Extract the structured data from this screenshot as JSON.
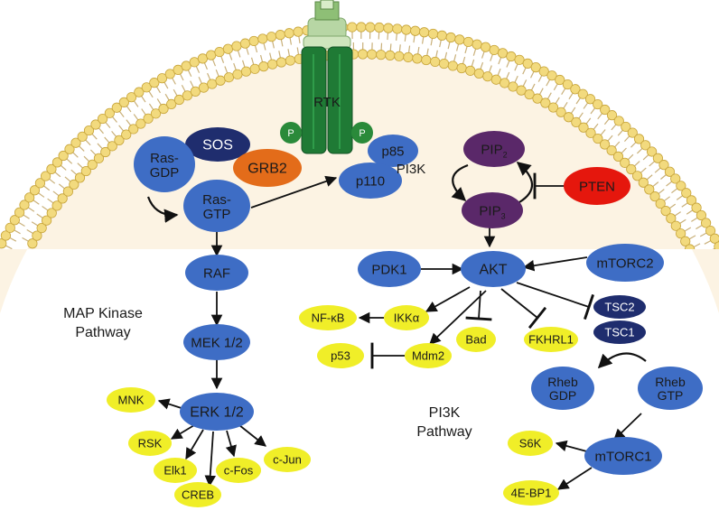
{
  "colors": {
    "membrane_fill": "#fcf3e3",
    "lipid_head": "#f2da7e",
    "lipid_head_stroke": "#c7a43a",
    "lipid_tail": "#c9b07a",
    "receptor": "#1f7a35",
    "receptor_top": "#b7d6a4",
    "blue_node": "#3e6dc5",
    "navy_node": "#1f2d6e",
    "orange_node": "#e36c1a",
    "purple_node": "#5a2869",
    "red_node": "#e5170d",
    "yellow_node": "#f0ee28",
    "phospho": "#2a8a3a",
    "text_dark": "#1a1a1a",
    "text_light": "#ffffff"
  },
  "nodes": {
    "rtk": "RTK",
    "p_left": "P",
    "p_right": "P",
    "sos": "SOS",
    "ras_gdp": [
      "Ras-",
      "GDP"
    ],
    "grb2": "GRB2",
    "p85": "p85",
    "pi3k": "PI3K",
    "pip2": [
      "PIP",
      "2"
    ],
    "pip3": [
      "PIP",
      "3"
    ],
    "pten": "PTEN",
    "ras_gtp": [
      "Ras-",
      "GTP"
    ],
    "p110": "p110",
    "raf": "RAF",
    "pdk1": "PDK1",
    "akt": "AKT",
    "mtorc2": "mTORC2",
    "tsc2": "TSC2",
    "tsc1": "TSC1",
    "nfkb": "NF-κB",
    "ikka": "IKKα",
    "bad": "Bad",
    "fkhrl1": "FKHRL1",
    "p53": "p53",
    "mdm2": "Mdm2",
    "mek": "MEK 1/2",
    "erk": "ERK 1/2",
    "mnk": "MNK",
    "rsk": "RSK",
    "elk1": "Elk1",
    "cfos": "c-Fos",
    "cjun": "c-Jun",
    "creb": "CREB",
    "rheb_gdp": [
      "Rheb",
      "GDP"
    ],
    "rheb_gtp": [
      "Rheb",
      "GTP"
    ],
    "mtorc1": "mTORC1",
    "s6k": "S6K",
    "ebp1": "4E-BP1"
  },
  "labels": {
    "map_kinase": [
      "MAP Kinase",
      "Pathway"
    ],
    "pi3k_pathway": [
      "PI3K",
      "Pathway"
    ]
  }
}
